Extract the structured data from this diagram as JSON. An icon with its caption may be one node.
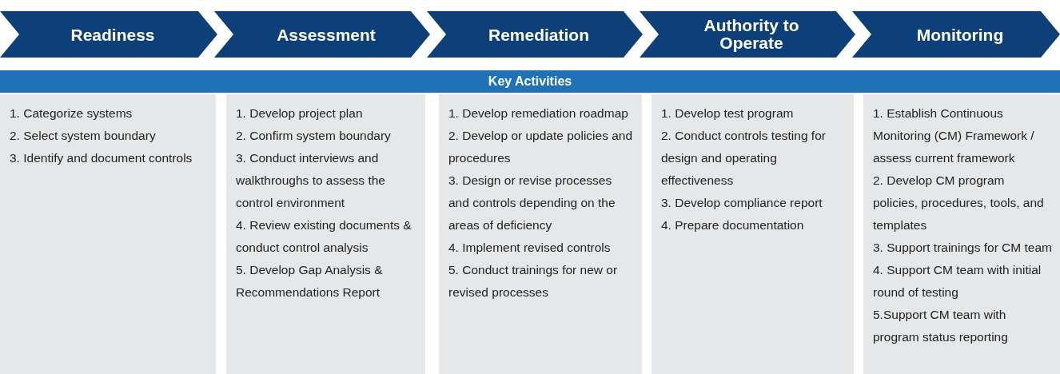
{
  "diagram": {
    "nodes": [
      {
        "text": [
          "Readiness"
        ]
      },
      {
        "text": [
          "Assessment"
        ]
      },
      {
        "text": [
          "Remediation"
        ]
      },
      {
        "text": [
          "Authority to Operate"
        ]
      },
      {
        "text": [
          "Monitoring"
        ]
      },
      {
        "text": [
          "Key Activities"
        ]
      },
      {
        "text": [
          "1. Categorize systems",
          "2. Select system boundary",
          "3. Identify and document controls"
        ]
      },
      {
        "text": [
          "1. Develop project plan",
          "2. Confirm system boundary",
          "3. Conduct interviews and walkthroughs to assess the control environment",
          "4. Review existing documents & conduct control analysis",
          "5. Develop Gap Analysis & Recommendations Report"
        ]
      },
      {
        "text": [
          "1. Develop remediation roadmap",
          "2. Develop or update policies and procedures",
          "3. Design or revise processes and controls depending on the areas of deficiency",
          "4. Implement revised controls",
          "5. Conduct trainings for new or revised processes"
        ]
      },
      {
        "text": [
          "1. Develop test program",
          "2. Conduct controls testing for design and operating effectiveness",
          "3. Develop compliance report",
          "4. Prepare documentation"
        ]
      },
      {
        "text": [
          "1. Establish Continuous Monitoring (CM)  Framework / assess current framework",
          "2. Develop CM program policies, procedures, tools, and templates",
          "3. Support trainings for CM team",
          "4. Support CM team with initial round of testing",
          "5.Support CM team with program status reporting"
        ]
      }
    ],
    "edges": []
  }
}
